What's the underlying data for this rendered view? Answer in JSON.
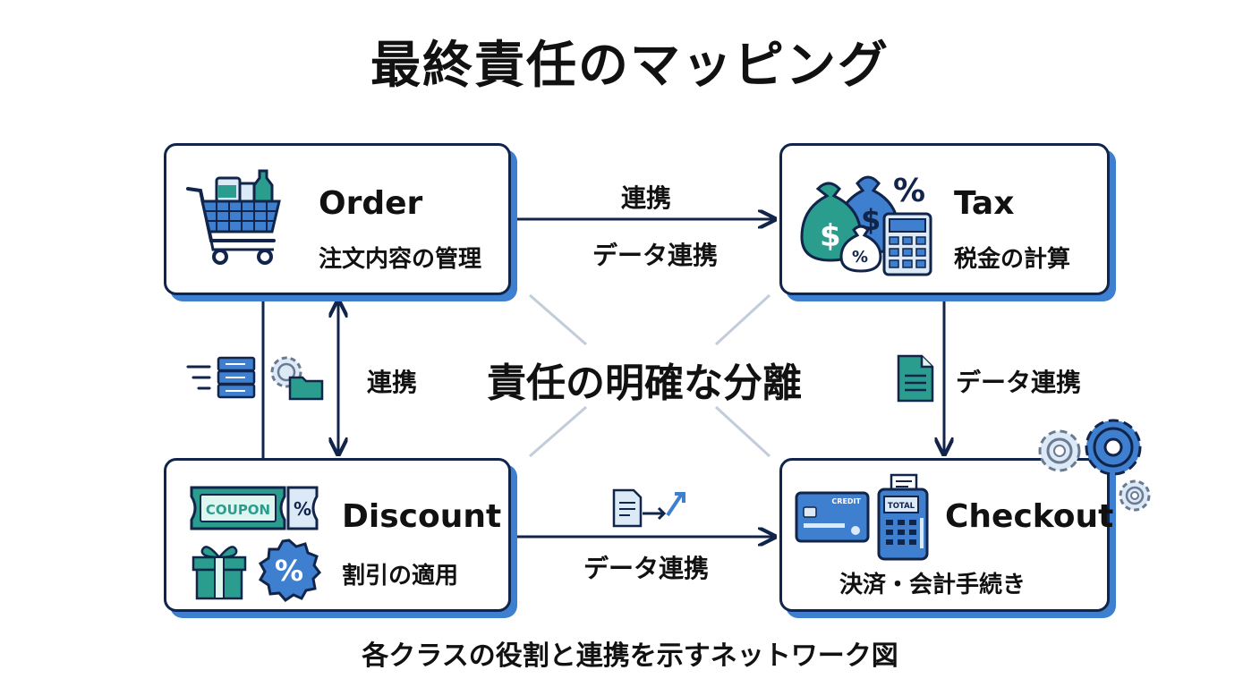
{
  "title": "最終責任のマッピング",
  "center_label": "責任の明確な分離",
  "caption": "各クラスの役割と連携を示すネットワーク図",
  "nodes": {
    "order": {
      "title": "Order",
      "subtitle": "注文内容の管理"
    },
    "tax": {
      "title": "Tax",
      "subtitle": "税金の計算"
    },
    "discount": {
      "title": "Discount",
      "subtitle": "割引の適用"
    },
    "checkout": {
      "title": "Checkout",
      "subtitle": "決済・会計手続き"
    }
  },
  "edges": {
    "order_tax_top": "連携",
    "order_tax_bottom": "データ連携",
    "order_discount": "連携",
    "tax_checkout": "データ連携",
    "discount_checkout": "データ連携"
  },
  "icon_text": {
    "coupon": "COUPON",
    "percent": "%",
    "credit": "CREDIT",
    "total": "TOTAL"
  },
  "colors": {
    "navy": "#11244a",
    "blue": "#3f7fcf",
    "teal": "#2a9d8f",
    "shadow": "#3f7fcf"
  }
}
